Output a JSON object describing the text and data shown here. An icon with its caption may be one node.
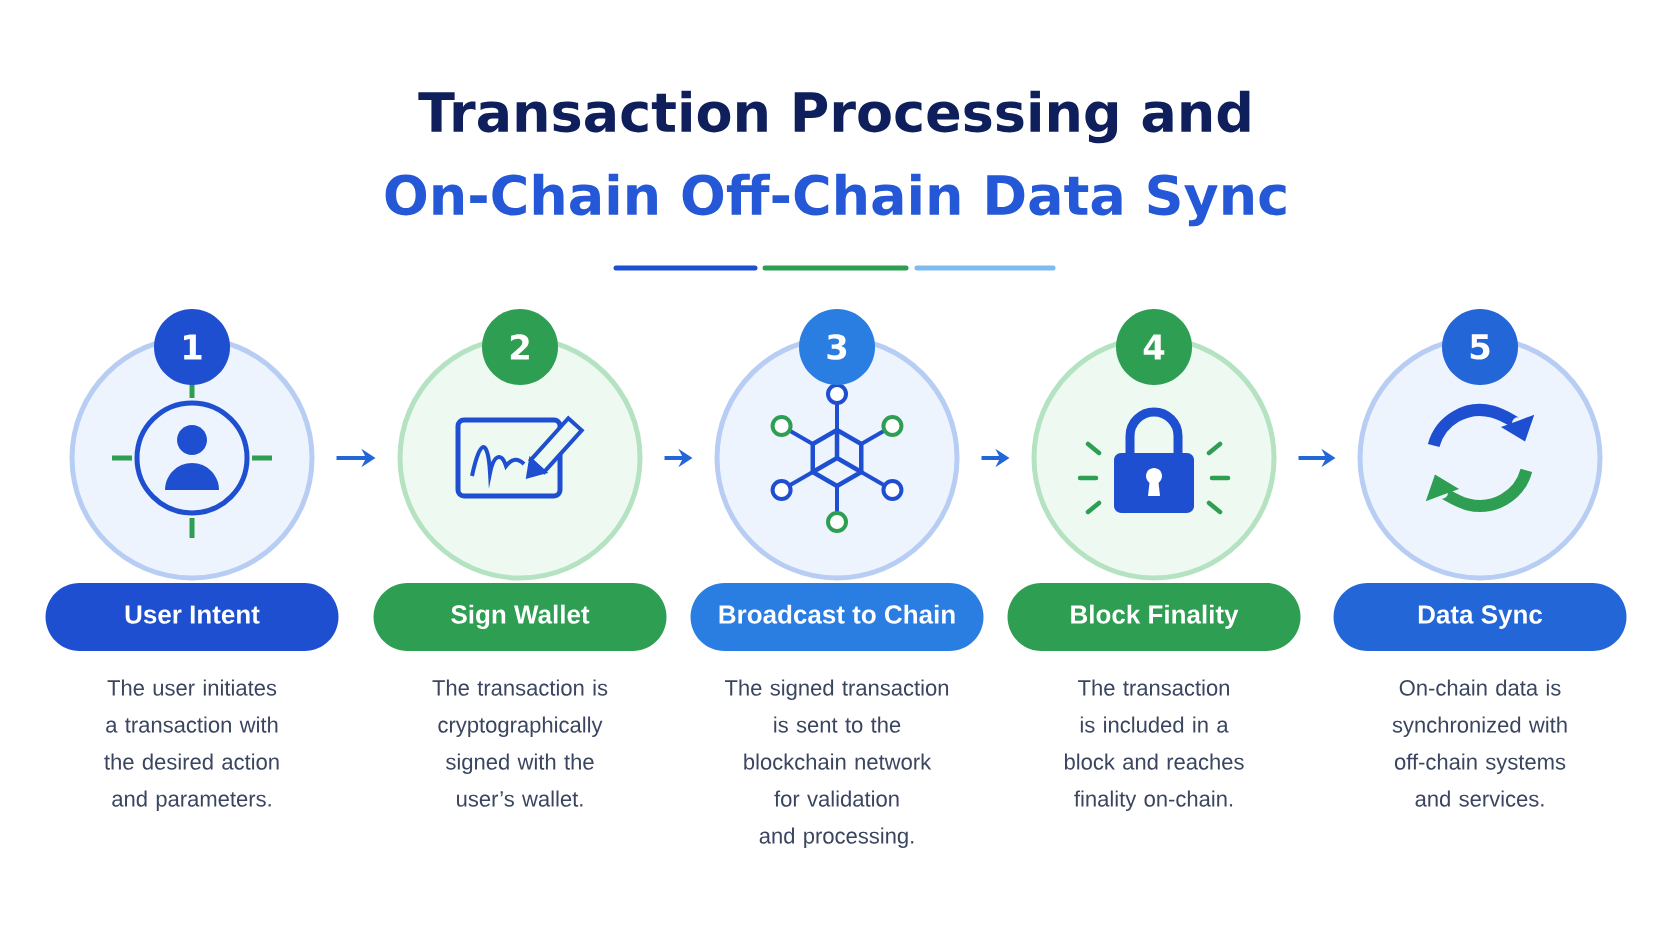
{
  "diagram": {
    "title": "Transaction Processing and",
    "nodes": [
      {
        "text": [
          "1"
        ]
      },
      {
        "text": [
          "User Intent"
        ],
        "beside": [
          "The user initiates a transaction with the desired action and parameters."
        ]
      },
      {
        "text": [
          "2"
        ]
      },
      {
        "text": [
          "Sign Wallet"
        ],
        "beside": [
          "The transaction is cryptographically signed with the user’s wallet."
        ]
      },
      {
        "text": [
          "3"
        ]
      },
      {
        "text": [
          "Broadcast to Chain"
        ],
        "beside": [
          "The signed transaction is sent to the blockchain network for validation and processing."
        ]
      },
      {
        "text": [
          "4"
        ]
      },
      {
        "text": [
          "Block Finality"
        ],
        "beside": [
          "The transaction is included in a block and reaches finality on-chain."
        ]
      },
      {
        "text": [
          "5"
        ]
      },
      {
        "text": [
          "Data Sync"
        ],
        "beside": [
          "On-chain data is synchronized with off-chain systems and services."
        ]
      }
    ],
    "edges": [
      {
        "from": 0,
        "to": 2,
        "arrow": "to"
      },
      {
        "from": 2,
        "to": 4,
        "arrow": "to"
      },
      {
        "from": 4,
        "to": 6,
        "arrow": "to"
      },
      {
        "from": 6,
        "to": 8,
        "arrow": "to"
      }
    ],
    "labels": [
      "On-Chain Off-Chain Data Sync"
    ]
  }
}
